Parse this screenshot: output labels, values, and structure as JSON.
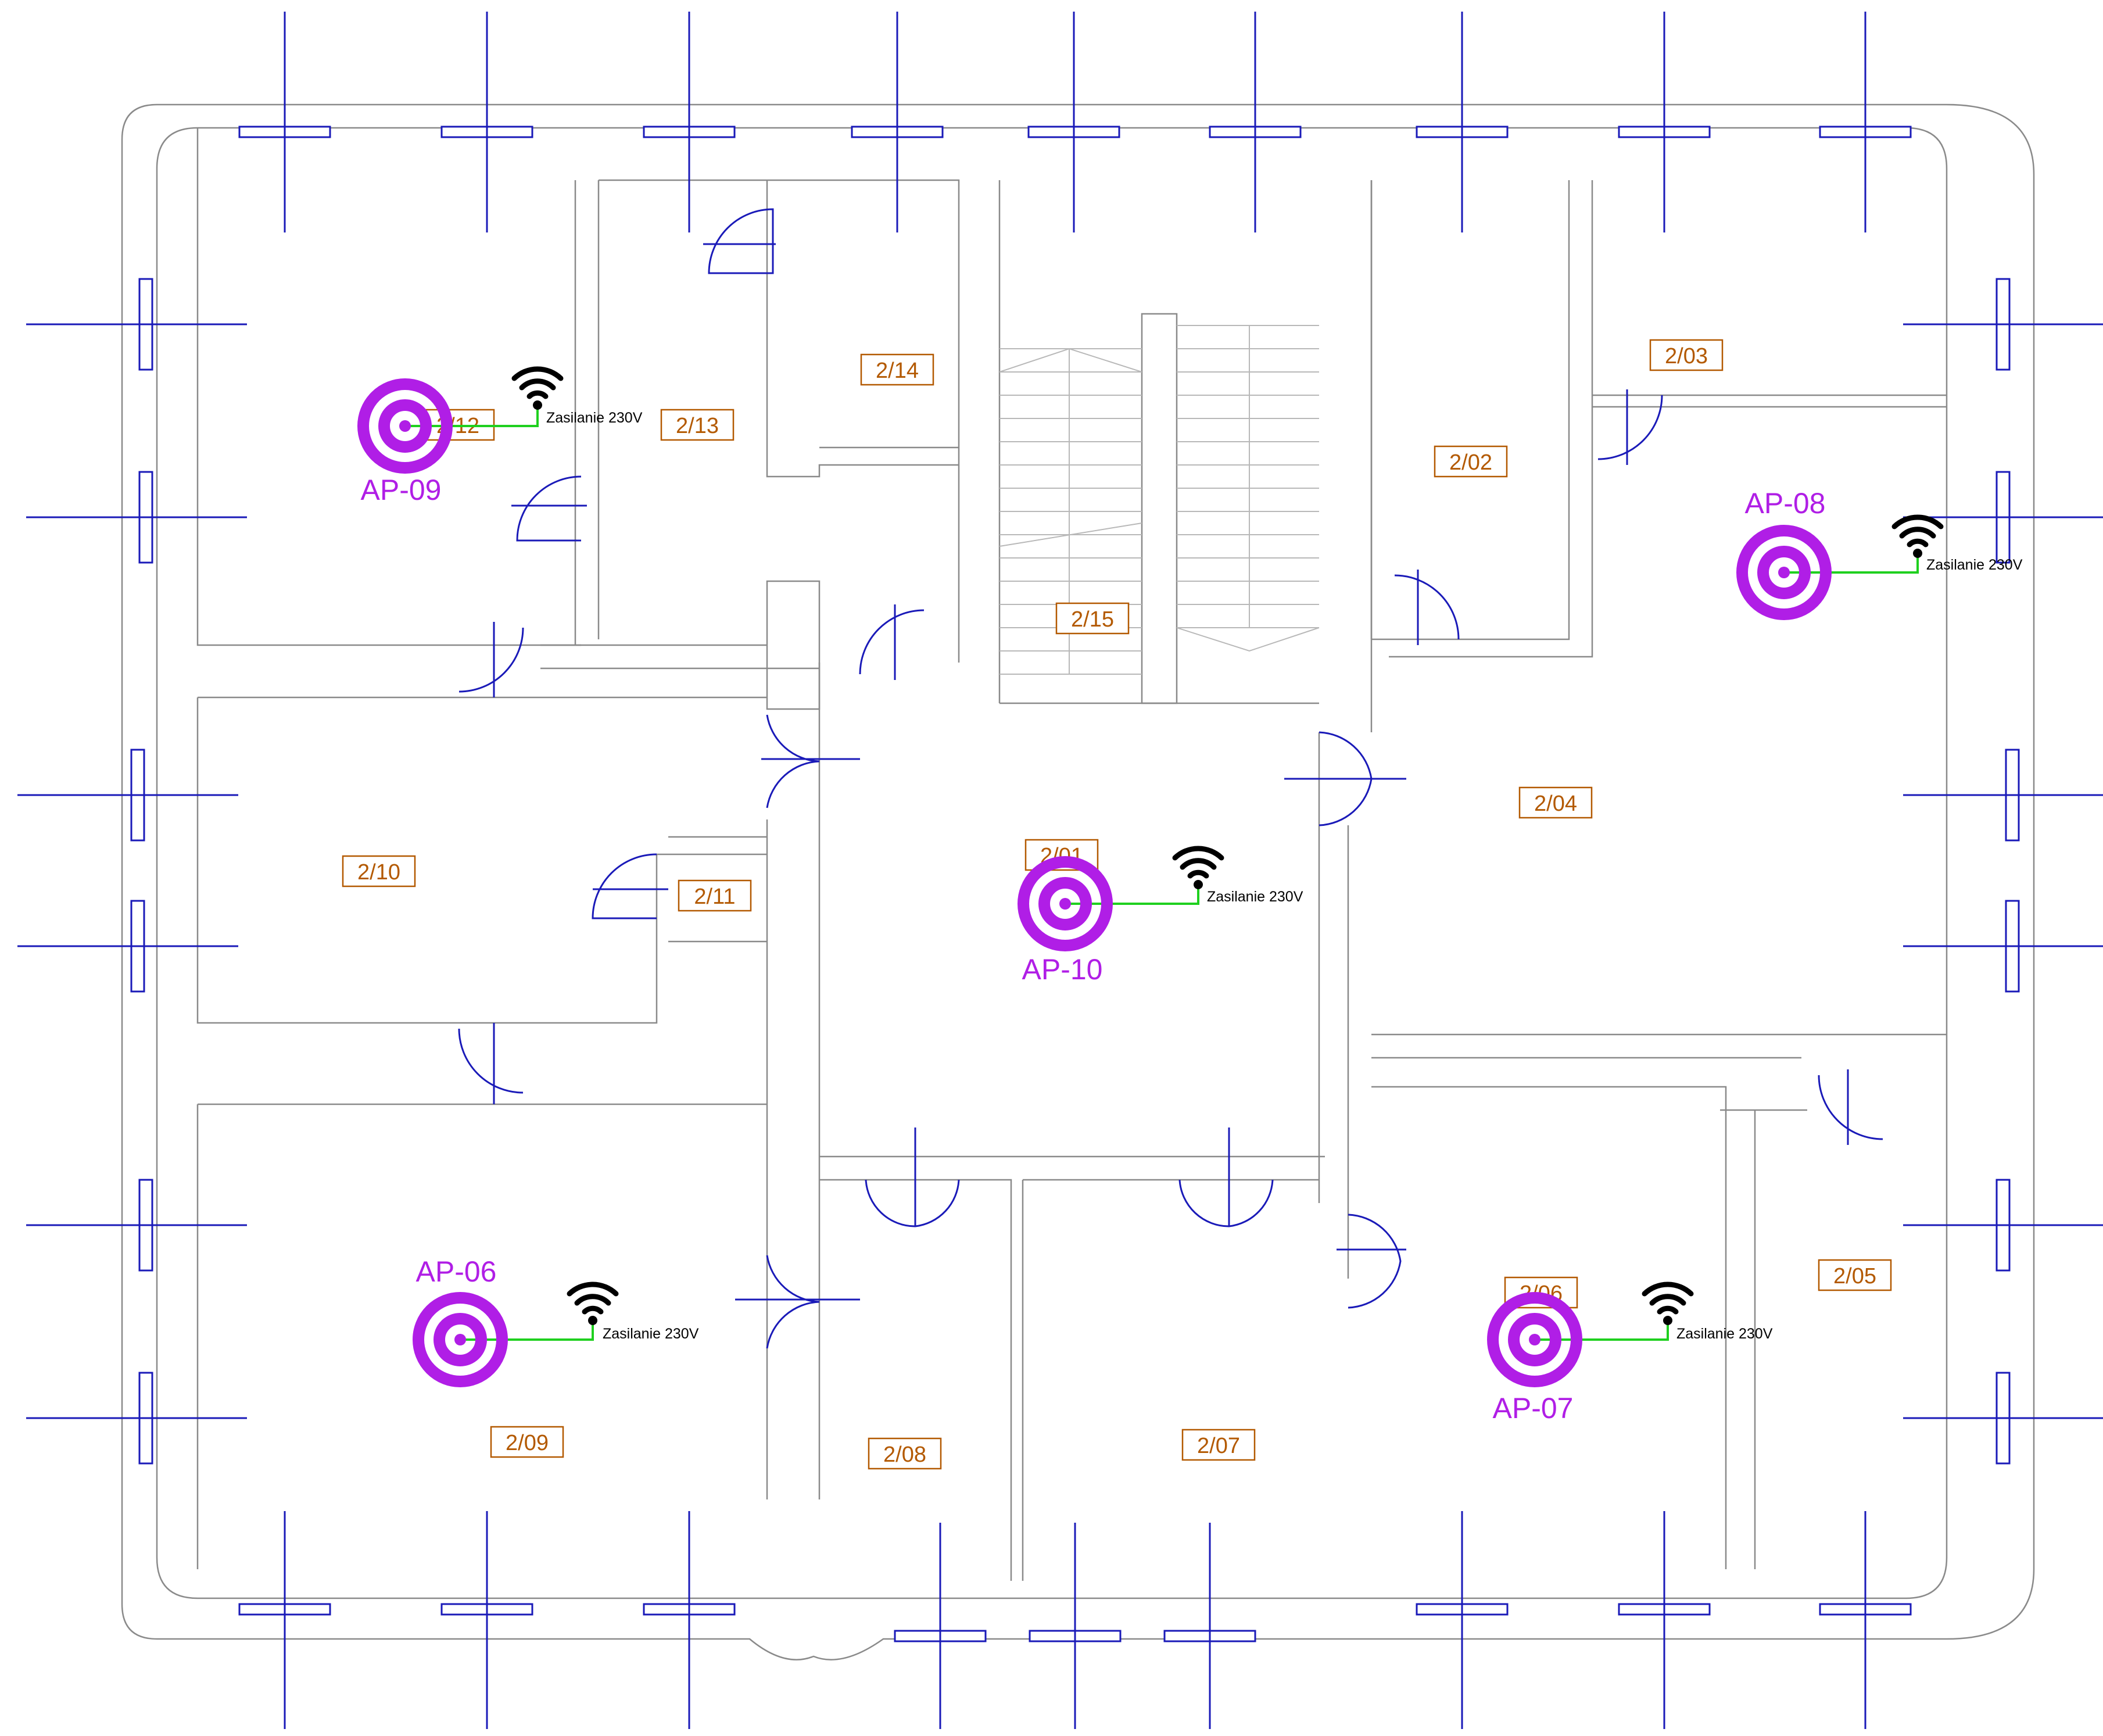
{
  "rooms": {
    "r2_01": "2/01",
    "r2_02": "2/02",
    "r2_03": "2/03",
    "r2_04": "2/04",
    "r2_05": "2/05",
    "r2_06": "2/06",
    "r2_07": "2/07",
    "r2_08": "2/08",
    "r2_09": "2/09",
    "r2_10": "2/10",
    "r2_11": "2/11",
    "r2_12": "2/12",
    "r2_13": "2/13",
    "r2_14": "2/14",
    "r2_15": "2/15"
  },
  "access_points": {
    "ap06": "AP-06",
    "ap07": "AP-07",
    "ap08": "AP-08",
    "ap09": "AP-09",
    "ap10": "AP-10"
  },
  "power": {
    "label": "Zasilanie 230V"
  },
  "colors": {
    "walls": "#8a8a8a",
    "windows_doors": "#1a1ab8",
    "room_labels": "#b35900",
    "access_point": "#b01ee6",
    "cable": "#1fd01f",
    "wifi_icon": "#000000"
  },
  "icons": {
    "access_point": "target-icon",
    "wireless": "wifi-icon"
  }
}
